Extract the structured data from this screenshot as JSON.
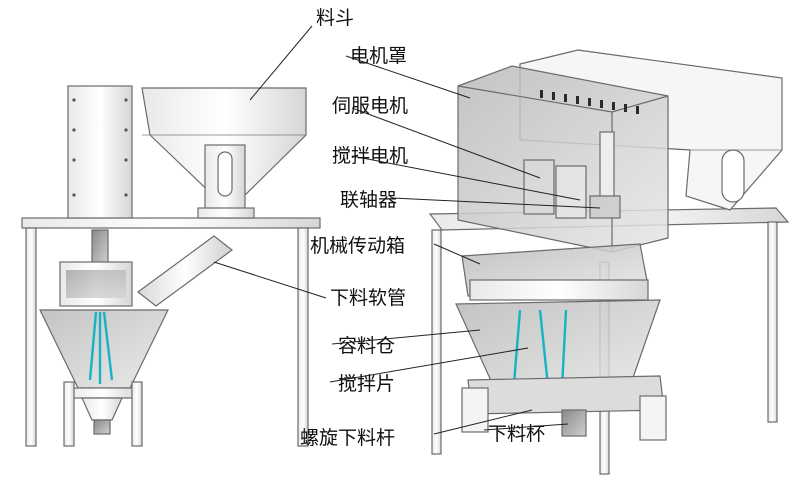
{
  "diagram": {
    "labels": {
      "hopper": "料斗",
      "motor_cover": "电机罩",
      "servo_motor": "伺服电机",
      "stir_motor": "搅拌电机",
      "coupling": "联轴器",
      "gearbox": "机械传动箱",
      "feed_hose": "下料软管",
      "bin": "容料仓",
      "stir_blade": "搅拌片",
      "screw_rod": "螺旋下料杆",
      "feed_cup": "下料杯"
    }
  }
}
